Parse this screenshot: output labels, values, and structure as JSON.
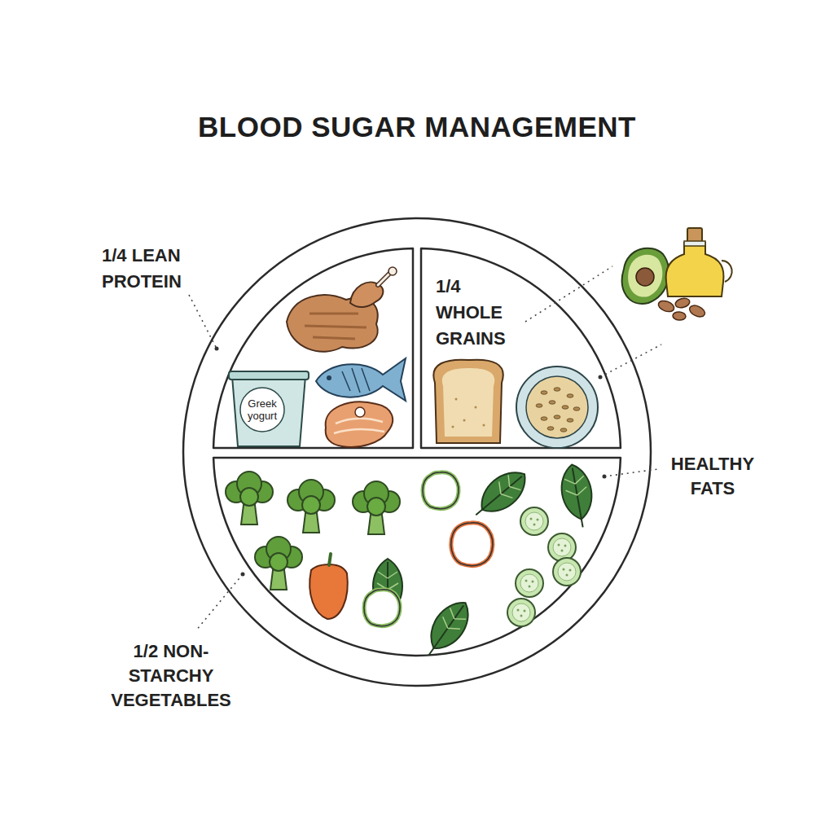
{
  "diagram": {
    "title": "BLOOD SUGAR MANAGEMENT",
    "labels": [
      "1/4 LEAN PROTEIN",
      "Greek yogurt",
      "1/4 WHOLE GRAINS",
      "HEALTHY FATS",
      "1/2 NON-STARCHY VEGETABLES"
    ]
  }
}
